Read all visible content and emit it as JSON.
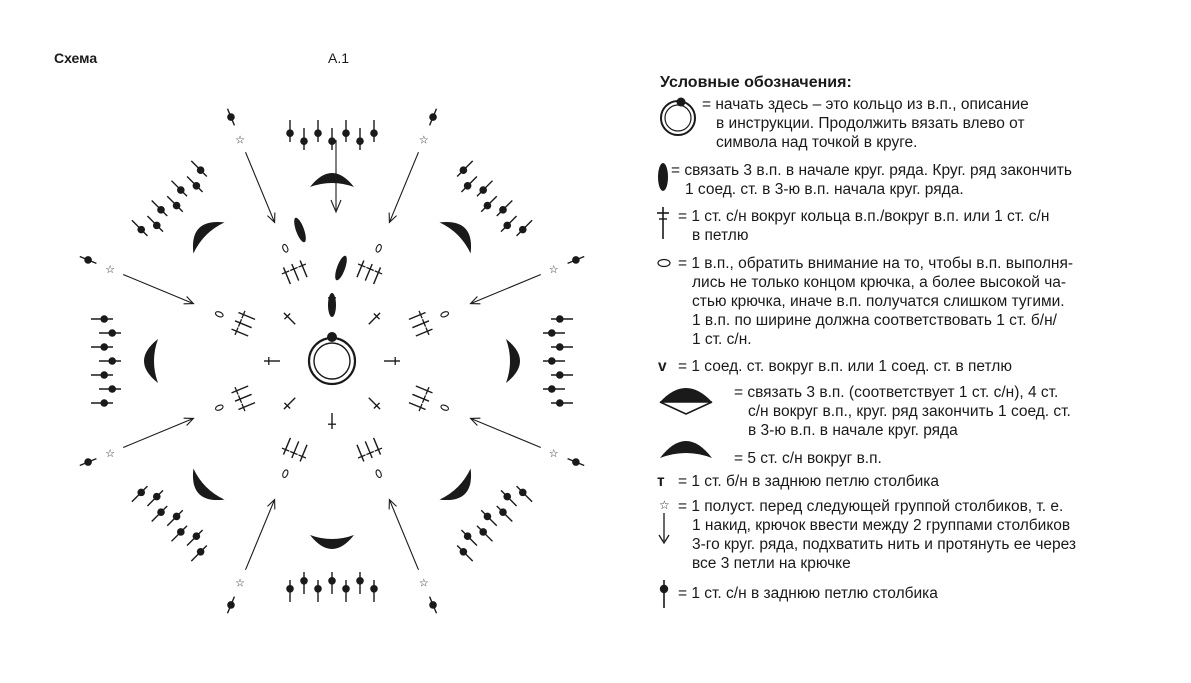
{
  "header": {
    "schema": "Схема",
    "chart_id": "A.1"
  },
  "legend": {
    "title": "Условные обозначения:",
    "items": [
      {
        "key": "ring",
        "symbol": "ring-start-icon",
        "lines": [
          "= начать здесь – это кольцо из в.п., описание",
          "в инструкции. Продолжить вязать влево от",
          "символа над точкой в круге."
        ]
      },
      {
        "key": "chain3",
        "symbol": "three-chain-oval-icon",
        "lines": [
          "= связать 3 в.п. в начале круг. ряда. Круг. ряд закончить",
          "1 соед. ст. в 3-ю в.п. начала круг. ряда."
        ]
      },
      {
        "key": "dc_around",
        "symbol": "double-crochet-icon",
        "lines": [
          "= 1 ст. с/н вокруг кольца в.п./вокруг в.п. или 1 ст. с/н",
          "в петлю"
        ]
      },
      {
        "key": "chain1",
        "symbol": "chain-oval-icon",
        "lines": [
          "= 1 в.п., обратить внимание на то, чтобы в.п. выполня-",
          "лись не только концом крючка, а более высокой ча-",
          "стью крючка, иначе в.п. получатся слишком тугими.",
          "1 в.п. по ширине должна соответствовать 1 ст. б/н/",
          "1 ст. с/н."
        ]
      },
      {
        "key": "slip",
        "symbol": "slip-stitch-icon",
        "glyph": "v",
        "lines": [
          "= 1 соед. ст. вокруг в.п. или 1 соед. ст. в петлю"
        ]
      },
      {
        "key": "fan_open",
        "symbol": "open-fan-icon",
        "lines": [
          "= связать 3 в.п. (соответствует 1 ст. с/н), 4 ст.",
          "с/н вокруг в.п., круг. ряд закончить 1 соед. ст.",
          "в 3-ю в.п. в начале круг. ряда"
        ]
      },
      {
        "key": "fan_solid",
        "symbol": "solid-fan-icon",
        "lines": [
          "= 5 ст. с/н вокруг в.п."
        ]
      },
      {
        "key": "sc_back",
        "symbol": "single-crochet-icon",
        "glyph": "т",
        "lines": [
          "= 1 ст. б/н в заднюю петлю столбика"
        ]
      },
      {
        "key": "star",
        "symbol": "star-arrow-icon",
        "lines": [
          "= 1 полуст. перед следующей группой столбиков, т. е.",
          "1 накид, крючок ввести между 2 группами столбиков",
          "3-го круг. ряда, подхватить нить и протянуть ее через",
          "все 3 петли на крючке"
        ]
      },
      {
        "key": "dot_dc",
        "symbol": "dot-post-icon",
        "lines": [
          "= 1 ст. с/н в заднюю петлю столбика"
        ]
      }
    ]
  }
}
